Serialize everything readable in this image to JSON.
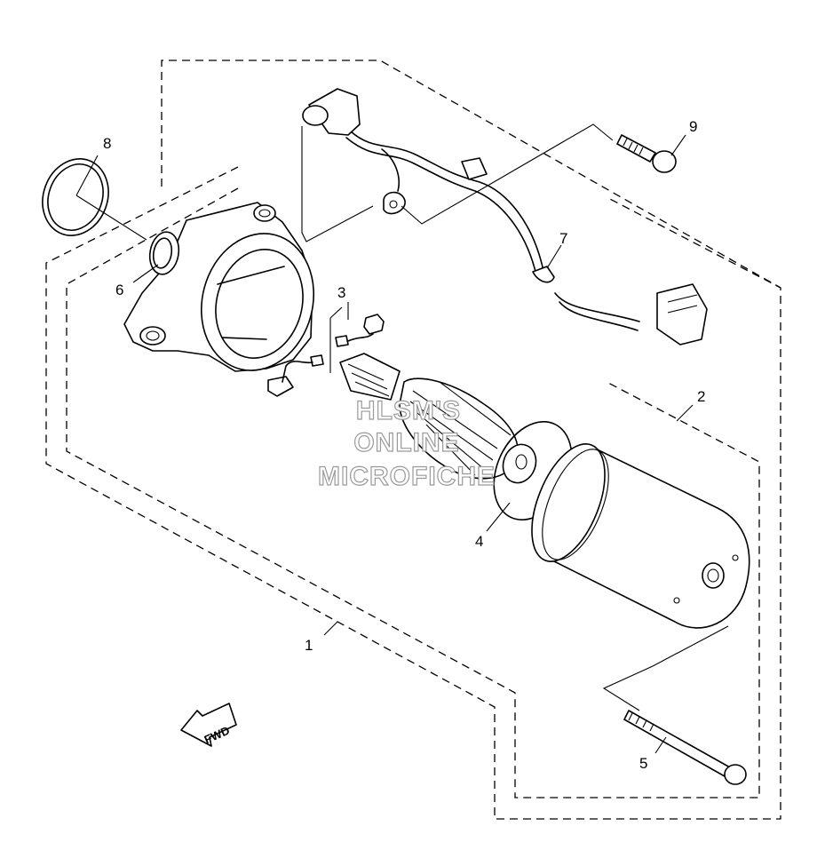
{
  "diagram": {
    "callouts": [
      {
        "id": "1",
        "label": "1"
      },
      {
        "id": "2",
        "label": "2"
      },
      {
        "id": "3",
        "label": "3"
      },
      {
        "id": "4",
        "label": "4"
      },
      {
        "id": "5",
        "label": "5"
      },
      {
        "id": "6",
        "label": "6"
      },
      {
        "id": "7",
        "label": "7"
      },
      {
        "id": "8",
        "label": "8"
      },
      {
        "id": "9",
        "label": "9"
      }
    ],
    "direction_marker": "FWD",
    "watermark": [
      "HLSM'S",
      "ONLINE",
      "MICROFICHE"
    ]
  }
}
